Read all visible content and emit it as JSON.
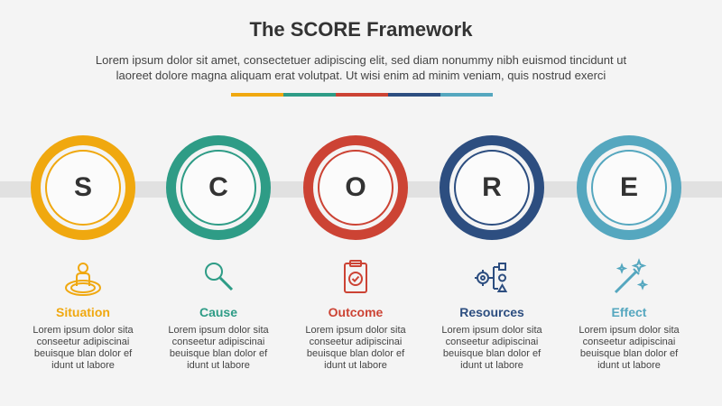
{
  "header": {
    "title": "The SCORE Framework",
    "subtitle_line1": "Lorem ipsum dolor sit amet, consectetuer adipiscing elit, sed diam nonummy nibh euismod tincidunt ut",
    "subtitle_line2": "laoreet dolore magna aliquam erat volutpat. Ut wisi enim ad minim veniam, quis nostrud exerci"
  },
  "colors": {
    "orange": "#F0A80F",
    "green": "#2E9C86",
    "red": "#CC4334",
    "navy": "#2D4E80",
    "teal": "#55A7BF"
  },
  "items": [
    {
      "letter": "S",
      "label": "Situation",
      "icon": "person-on-spot-icon",
      "color": "#F0A80F",
      "desc": [
        "Lorem ipsum dolor sita",
        "conseetur adipiscinai",
        "beuisque blan dolor ef",
        "idunt ut labore"
      ]
    },
    {
      "letter": "C",
      "label": "Cause",
      "icon": "magnifier-icon",
      "color": "#2E9C86",
      "desc": [
        "Lorem ipsum dolor sita",
        "conseetur adipiscinai",
        "beuisque blan dolor ef",
        "idunt ut labore"
      ]
    },
    {
      "letter": "O",
      "label": "Outcome",
      "icon": "clipboard-check-icon",
      "color": "#CC4334",
      "desc": [
        "Lorem ipsum dolor sita",
        "conseetur adipiscinai",
        "beuisque blan dolor ef",
        "idunt ut labore"
      ]
    },
    {
      "letter": "R",
      "label": "Resources",
      "icon": "gear-shapes-icon",
      "color": "#2D4E80",
      "desc": [
        "Lorem ipsum dolor sita",
        "conseetur adipiscinai",
        "beuisque blan dolor ef",
        "idunt ut labore"
      ]
    },
    {
      "letter": "E",
      "label": "Effect",
      "icon": "magic-wand-icon",
      "color": "#55A7BF",
      "desc": [
        "Lorem ipsum dolor sita",
        "conseetur adipiscinai",
        "beuisque blan dolor ef",
        "idunt ut labore"
      ]
    }
  ]
}
